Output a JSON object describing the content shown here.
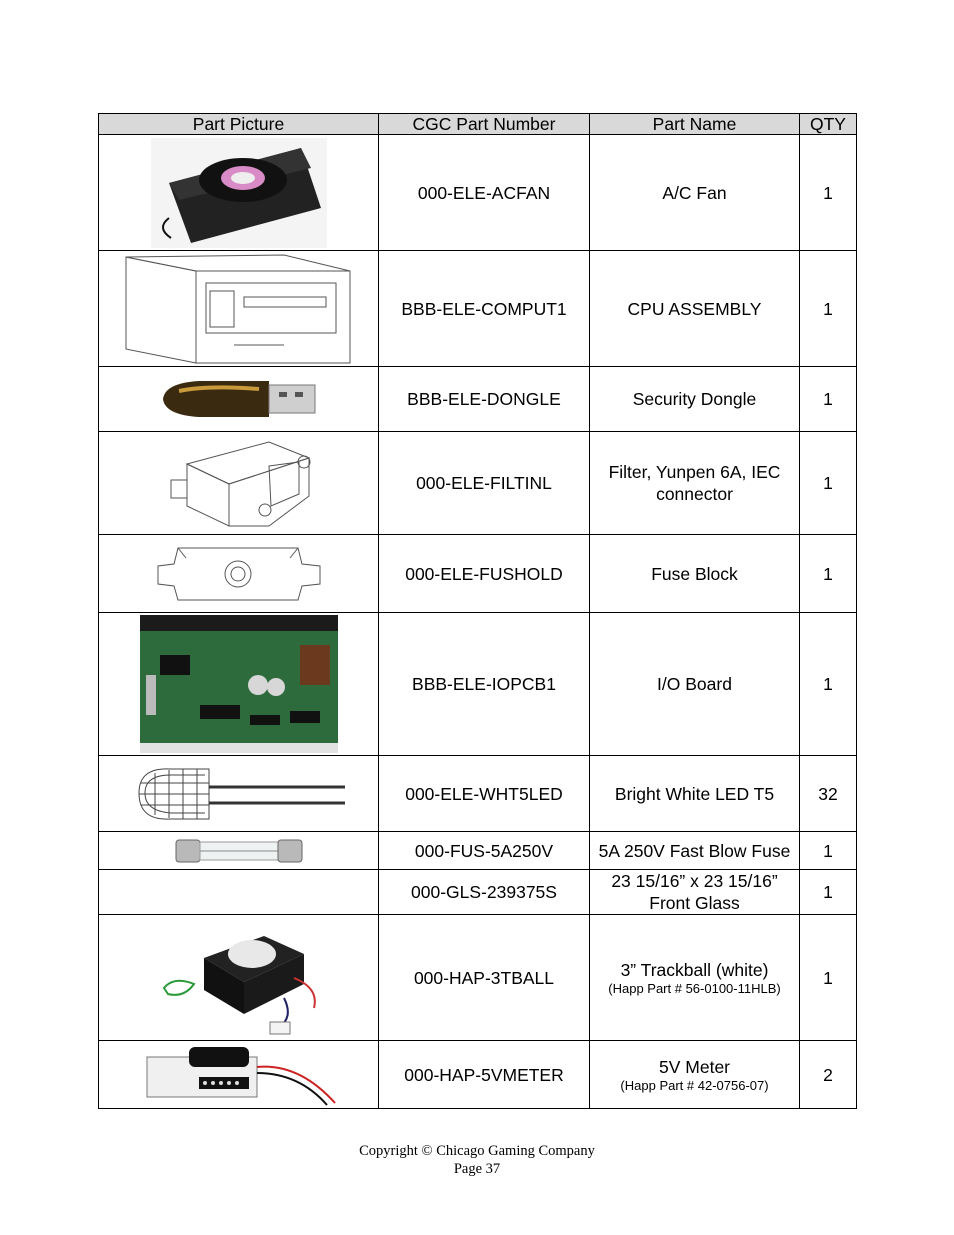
{
  "table": {
    "headers": [
      "Part Picture",
      "CGC Part Number",
      "Part Name",
      "QTY"
    ],
    "rows": [
      {
        "part_number": "000-ELE-ACFAN",
        "part_name": "A/C Fan",
        "qty": "1",
        "picture": "ac-fan-image"
      },
      {
        "part_number": "BBB-ELE-COMPUT1",
        "part_name": "CPU ASSEMBLY",
        "qty": "1",
        "picture": "cpu-assembly-image"
      },
      {
        "part_number": "BBB-ELE-DONGLE",
        "part_name": "Security Dongle",
        "qty": "1",
        "picture": "usb-dongle-image"
      },
      {
        "part_number": "000-ELE-FILTINL",
        "part_name": "Filter, Yunpen 6A, IEC connector",
        "qty": "1",
        "picture": "filter-image"
      },
      {
        "part_number": "000-ELE-FUSHOLD",
        "part_name": "Fuse Block",
        "qty": "1",
        "picture": "fuse-block-image"
      },
      {
        "part_number": "BBB-ELE-IOPCB1",
        "part_name": "I/O Board",
        "qty": "1",
        "picture": "io-board-image"
      },
      {
        "part_number": "000-ELE-WHT5LED",
        "part_name": "Bright White LED T5",
        "qty": "32",
        "picture": "led-image"
      },
      {
        "part_number": "000-FUS-5A250V",
        "part_name": "5A 250V Fast Blow Fuse",
        "qty": "1",
        "picture": "glass-fuse-image"
      },
      {
        "part_number": "000-GLS-239375S",
        "part_name": "23 15/16” x 23 15/16” Front Glass",
        "qty": "1",
        "picture": ""
      },
      {
        "part_number": "000-HAP-3TBALL",
        "part_name": "3” Trackball (white)",
        "part_note": "(Happ Part # 56-0100-11HLB)",
        "qty": "1",
        "picture": "trackball-image"
      },
      {
        "part_number": "000-HAP-5VMETER",
        "part_name": "5V Meter",
        "part_note": "(Happ Part # 42-0756-07)",
        "qty": "2",
        "picture": "meter-image"
      }
    ]
  },
  "footer": {
    "copyright": "Copyright © Chicago Gaming Company",
    "page": "Page 37"
  }
}
